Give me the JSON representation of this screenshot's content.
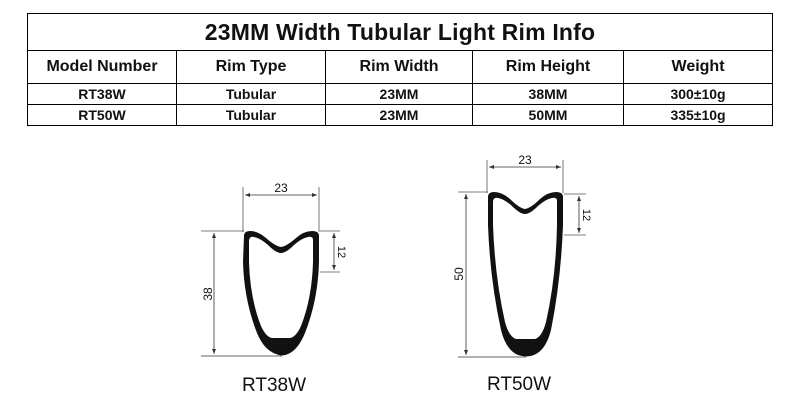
{
  "table": {
    "title": "23MM Width Tubular Light  Rim Info",
    "columns": [
      "Model Number",
      "Rim Type",
      "Rim Width",
      "Rim Height",
      "Weight"
    ],
    "rows": [
      [
        "RT38W",
        "Tubular",
        "23MM",
        "38MM",
        "300±10g"
      ],
      [
        "RT50W",
        "Tubular",
        "23MM",
        "50MM",
        "335±10g"
      ]
    ]
  },
  "diagrams": [
    {
      "model": "RT38W",
      "width_label": "23",
      "height_label": "38",
      "depth_label": "12"
    },
    {
      "model": "RT50W",
      "width_label": "23",
      "height_label": "50",
      "depth_label": "12"
    }
  ]
}
